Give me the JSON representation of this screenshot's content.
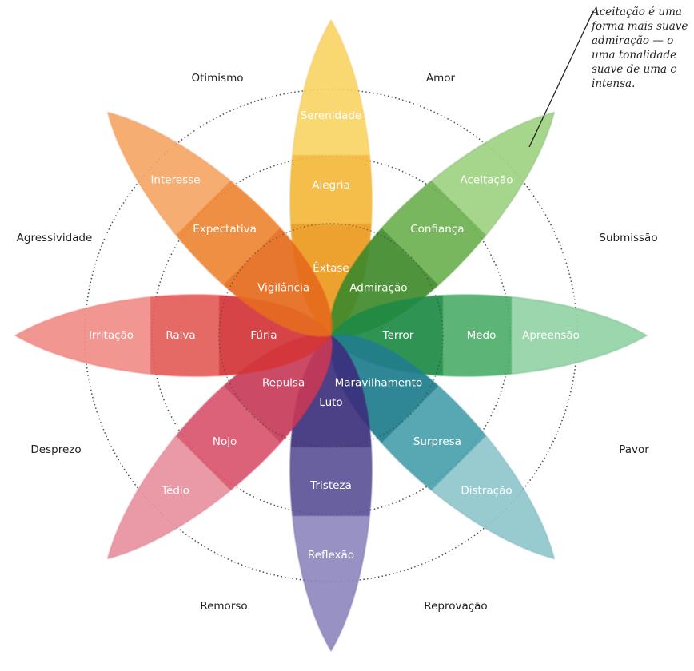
{
  "annotation": {
    "text": "Aceitação é uma\nforma mais suave\nadmiração — o\numa tonalidade\nsuave de uma c\nintensa."
  },
  "outer_labels": {
    "otimismo": "Otimismo",
    "amor": "Amor",
    "submissao": "Submissão",
    "pavor": "Pavor",
    "reprovacao": "Reprovação",
    "remorso": "Remorso",
    "desprezo": "Desprezo",
    "agressividade": "Agressividade"
  },
  "petals": [
    {
      "key": "joy",
      "colors": {
        "outer": "#f8d565",
        "middle": "#f4b93a",
        "inner": "#ec9a1e"
      },
      "labels": {
        "outer": "Serenidade",
        "middle": "Alegria",
        "inner": "Êxtase"
      }
    },
    {
      "key": "trust",
      "colors": {
        "outer": "#9ed282",
        "middle": "#6cb150",
        "inner": "#3f8a2a"
      },
      "labels": {
        "outer": "Aceitação",
        "middle": "Confiança",
        "inner": "Admiração"
      }
    },
    {
      "key": "fear",
      "colors": {
        "outer": "#92d2a6",
        "middle": "#4fae6b",
        "inner": "#218a45"
      },
      "labels": {
        "outer": "Apreensão",
        "middle": "Medo",
        "inner": "Terror"
      }
    },
    {
      "key": "surprise",
      "colors": {
        "outer": "#8fc7cc",
        "middle": "#4ba1ac",
        "inner": "#1f7d8c"
      },
      "labels": {
        "outer": "Distração",
        "middle": "Surpresa",
        "inner": "Maravilhamento"
      }
    },
    {
      "key": "sadness",
      "colors": {
        "outer": "#8e88bf",
        "middle": "#5b5197",
        "inner": "#3c2f7d"
      },
      "labels": {
        "outer": "Reflexão",
        "middle": "Tristeza",
        "inner": "Luto"
      }
    },
    {
      "key": "disgust",
      "colors": {
        "outer": "#e8909f",
        "middle": "#d9546d",
        "inner": "#c73a59"
      },
      "labels": {
        "outer": "Tédio",
        "middle": "Nojo",
        "inner": "Repulsa"
      }
    },
    {
      "key": "anger",
      "colors": {
        "outer": "#f08d88",
        "middle": "#e35c58",
        "inner": "#d43538"
      },
      "labels": {
        "outer": "Irritação",
        "middle": "Raiva",
        "inner": "Fúria"
      }
    },
    {
      "key": "anticipation",
      "colors": {
        "outer": "#f4a666",
        "middle": "#ee8634",
        "inner": "#e56a1c"
      },
      "labels": {
        "outer": "Interesse",
        "middle": "Expectativa",
        "inner": "Vigilância"
      }
    }
  ]
}
